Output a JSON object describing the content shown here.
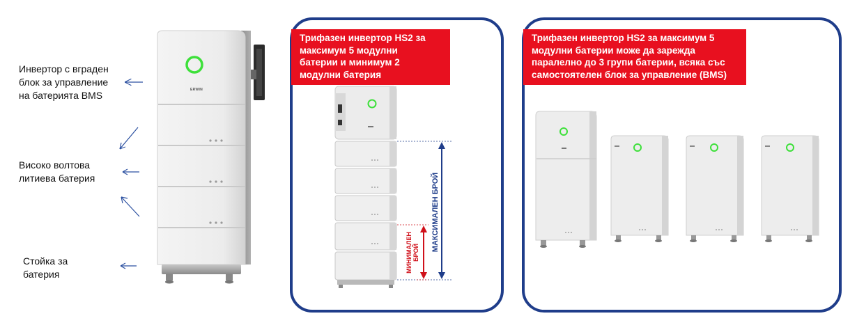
{
  "left": {
    "labels": {
      "inverter": "Инвертор с вграден\nблок за управление\nна батерията BMS",
      "battery": "Високо волтова\nлитиева батерия",
      "stand": "Стойка за\nбатерия"
    },
    "brand": "ERWIN"
  },
  "panel_middle": {
    "banner": "Трифазен инвертор HS2 за\nмаксимум 5 модулни\nбатерии и минимум 2\nмодулни батерия",
    "label_max": "МАКСИМАЛЕН БРОЙ",
    "label_min_line1": "МИНИМАЛЕН",
    "label_min_line2": "БРОЙ",
    "colors": {
      "max": "#1f3d8a",
      "min": "#d0101a"
    }
  },
  "panel_right": {
    "banner": "Трифазен инвертор HS2 за максимум 5\nмодулни батерии може да зарежда\nпаралелно до 3 групи батерии, всяка със\nсамостоятелен блок за управление (BMS)"
  },
  "colors": {
    "accent_red": "#e8101f",
    "frame_blue": "#1f3d8a",
    "led_green": "#3de03a"
  }
}
